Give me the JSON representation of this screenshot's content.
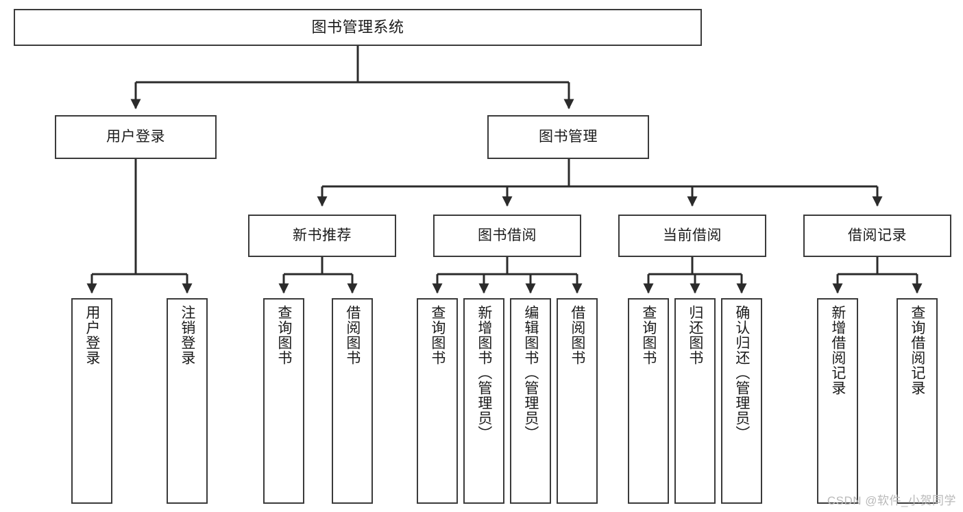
{
  "diagram": {
    "title": "图书管理系统",
    "type": "hierarchy-tree",
    "watermark": "CSDN @软件_小贺同学",
    "colors": {
      "box_border": "#3a3a3a",
      "box_fill": "#ffffff",
      "edge": "#2b2b2b",
      "text": "#1b1b1b",
      "watermark": "#b9b9b9",
      "background": "#ffffff"
    },
    "levels": {
      "root": {
        "label": "图书管理系统"
      },
      "level2": [
        {
          "label": "用户登录"
        },
        {
          "label": "图书管理"
        }
      ],
      "level3": [
        {
          "label": "新书推荐"
        },
        {
          "label": "图书借阅"
        },
        {
          "label": "当前借阅"
        },
        {
          "label": "借阅记录"
        }
      ],
      "leaves": {
        "user_login": [
          {
            "label": "用户登录"
          },
          {
            "label": "注销登录"
          }
        ],
        "new_book_recommend": [
          {
            "label": "查询图书"
          },
          {
            "label": "借阅图书"
          }
        ],
        "book_borrow": [
          {
            "label": "查询图书"
          },
          {
            "label": "新增图书（管理员）"
          },
          {
            "label": "编辑图书（管理员）"
          },
          {
            "label": "借阅图书"
          }
        ],
        "current_borrow": [
          {
            "label": "查询图书"
          },
          {
            "label": "归还图书"
          },
          {
            "label": "确认归还（管理员）"
          }
        ],
        "borrow_records": [
          {
            "label": "新增借阅记录"
          },
          {
            "label": "查询借阅记录"
          }
        ]
      }
    }
  }
}
